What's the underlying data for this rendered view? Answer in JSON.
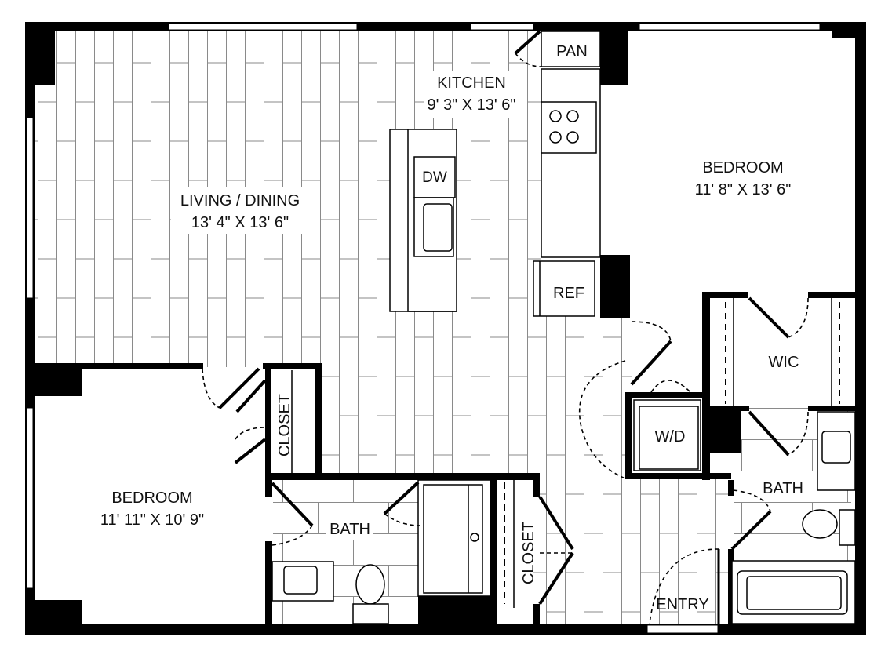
{
  "plan": {
    "rooms": [
      {
        "id": "living",
        "name": "LIVING / DINING",
        "dims": "13' 4\" X 13' 6\""
      },
      {
        "id": "kitchen",
        "name": "KITCHEN",
        "dims": "9' 3\" X 13' 6\""
      },
      {
        "id": "bedroom1",
        "name": "BEDROOM",
        "dims": "11' 8\" X 13' 6\""
      },
      {
        "id": "bedroom2",
        "name": "BEDROOM",
        "dims": "11' 11\" X 10' 9\""
      },
      {
        "id": "wic",
        "name": "WIC"
      },
      {
        "id": "bath1",
        "name": "BATH"
      },
      {
        "id": "bath2",
        "name": "BATH"
      },
      {
        "id": "closet1",
        "name": "CLOSET"
      },
      {
        "id": "closet2",
        "name": "CLOSET"
      },
      {
        "id": "entry",
        "name": "ENTRY"
      }
    ],
    "fixtures": {
      "pantry": "PAN",
      "dishwasher": "DW",
      "refrigerator": "REF",
      "washer_dryer": "W/D"
    }
  }
}
